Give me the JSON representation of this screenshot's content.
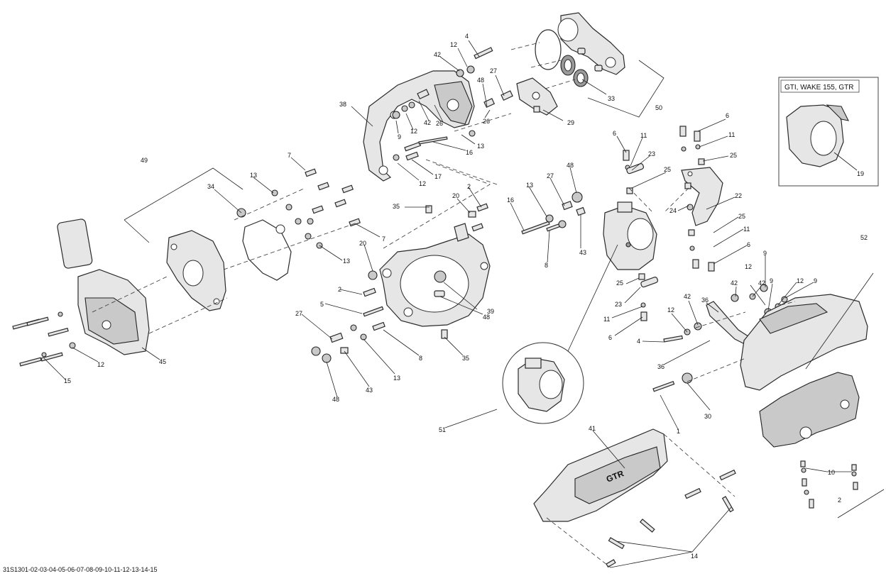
{
  "inset": {
    "label": "GTI, WAKE 155, GTR",
    "callout": "19"
  },
  "footer": {
    "code": "31S1301-02-03-04-05-06-07-08-09-10-11-12-13-14-15"
  },
  "callouts": {
    "c4a": "4",
    "c12a": "12",
    "c42a": "42",
    "c48a": "48",
    "c27a": "27",
    "c33": "33",
    "c50": "50",
    "c38": "38",
    "c9a": "9",
    "c12b": "12",
    "c42b": "42",
    "c26a": "26",
    "c26b": "26",
    "c29": "29",
    "c13a": "13",
    "c16a": "16",
    "c17": "17",
    "c12c": "12",
    "c7a": "7",
    "c49": "49",
    "c13b": "13",
    "c34": "34",
    "c7b": "7",
    "c13c": "13",
    "c6a": "6",
    "c11a": "11",
    "c23a": "23",
    "c25a": "25",
    "c6b": "6",
    "c11b": "11",
    "c25b": "25",
    "c22": "22",
    "c24": "24",
    "c25c": "25",
    "c11c": "11",
    "c6c": "6",
    "c9b": "9",
    "c35a": "35",
    "c20a": "20",
    "c2a": "2",
    "c27b": "27",
    "c48b": "48",
    "c13d": "13",
    "c16b": "16",
    "c43a": "43",
    "c8a": "8",
    "c20b": "20",
    "c2b": "2",
    "c39": "39",
    "c48c": "48",
    "c5": "5",
    "c27c": "27",
    "c8b": "8",
    "c35b": "35",
    "c13e": "13",
    "c43b": "43",
    "c48d": "48",
    "c12d": "12",
    "c45": "45",
    "c15": "15",
    "c25d": "25",
    "c23b": "23",
    "c11d": "11",
    "c6d": "6",
    "c12e": "12",
    "c42c": "42",
    "c36a": "36",
    "c4b": "4",
    "c36b": "36",
    "c42d": "42",
    "c42e": "42",
    "c12f": "12",
    "c9c": "9",
    "c12g": "12",
    "c9d": "9",
    "c52": "52",
    "c30": "30",
    "c1": "1",
    "c51": "51",
    "c41": "41",
    "c10": "10",
    "c2c": "2",
    "c14": "14"
  }
}
